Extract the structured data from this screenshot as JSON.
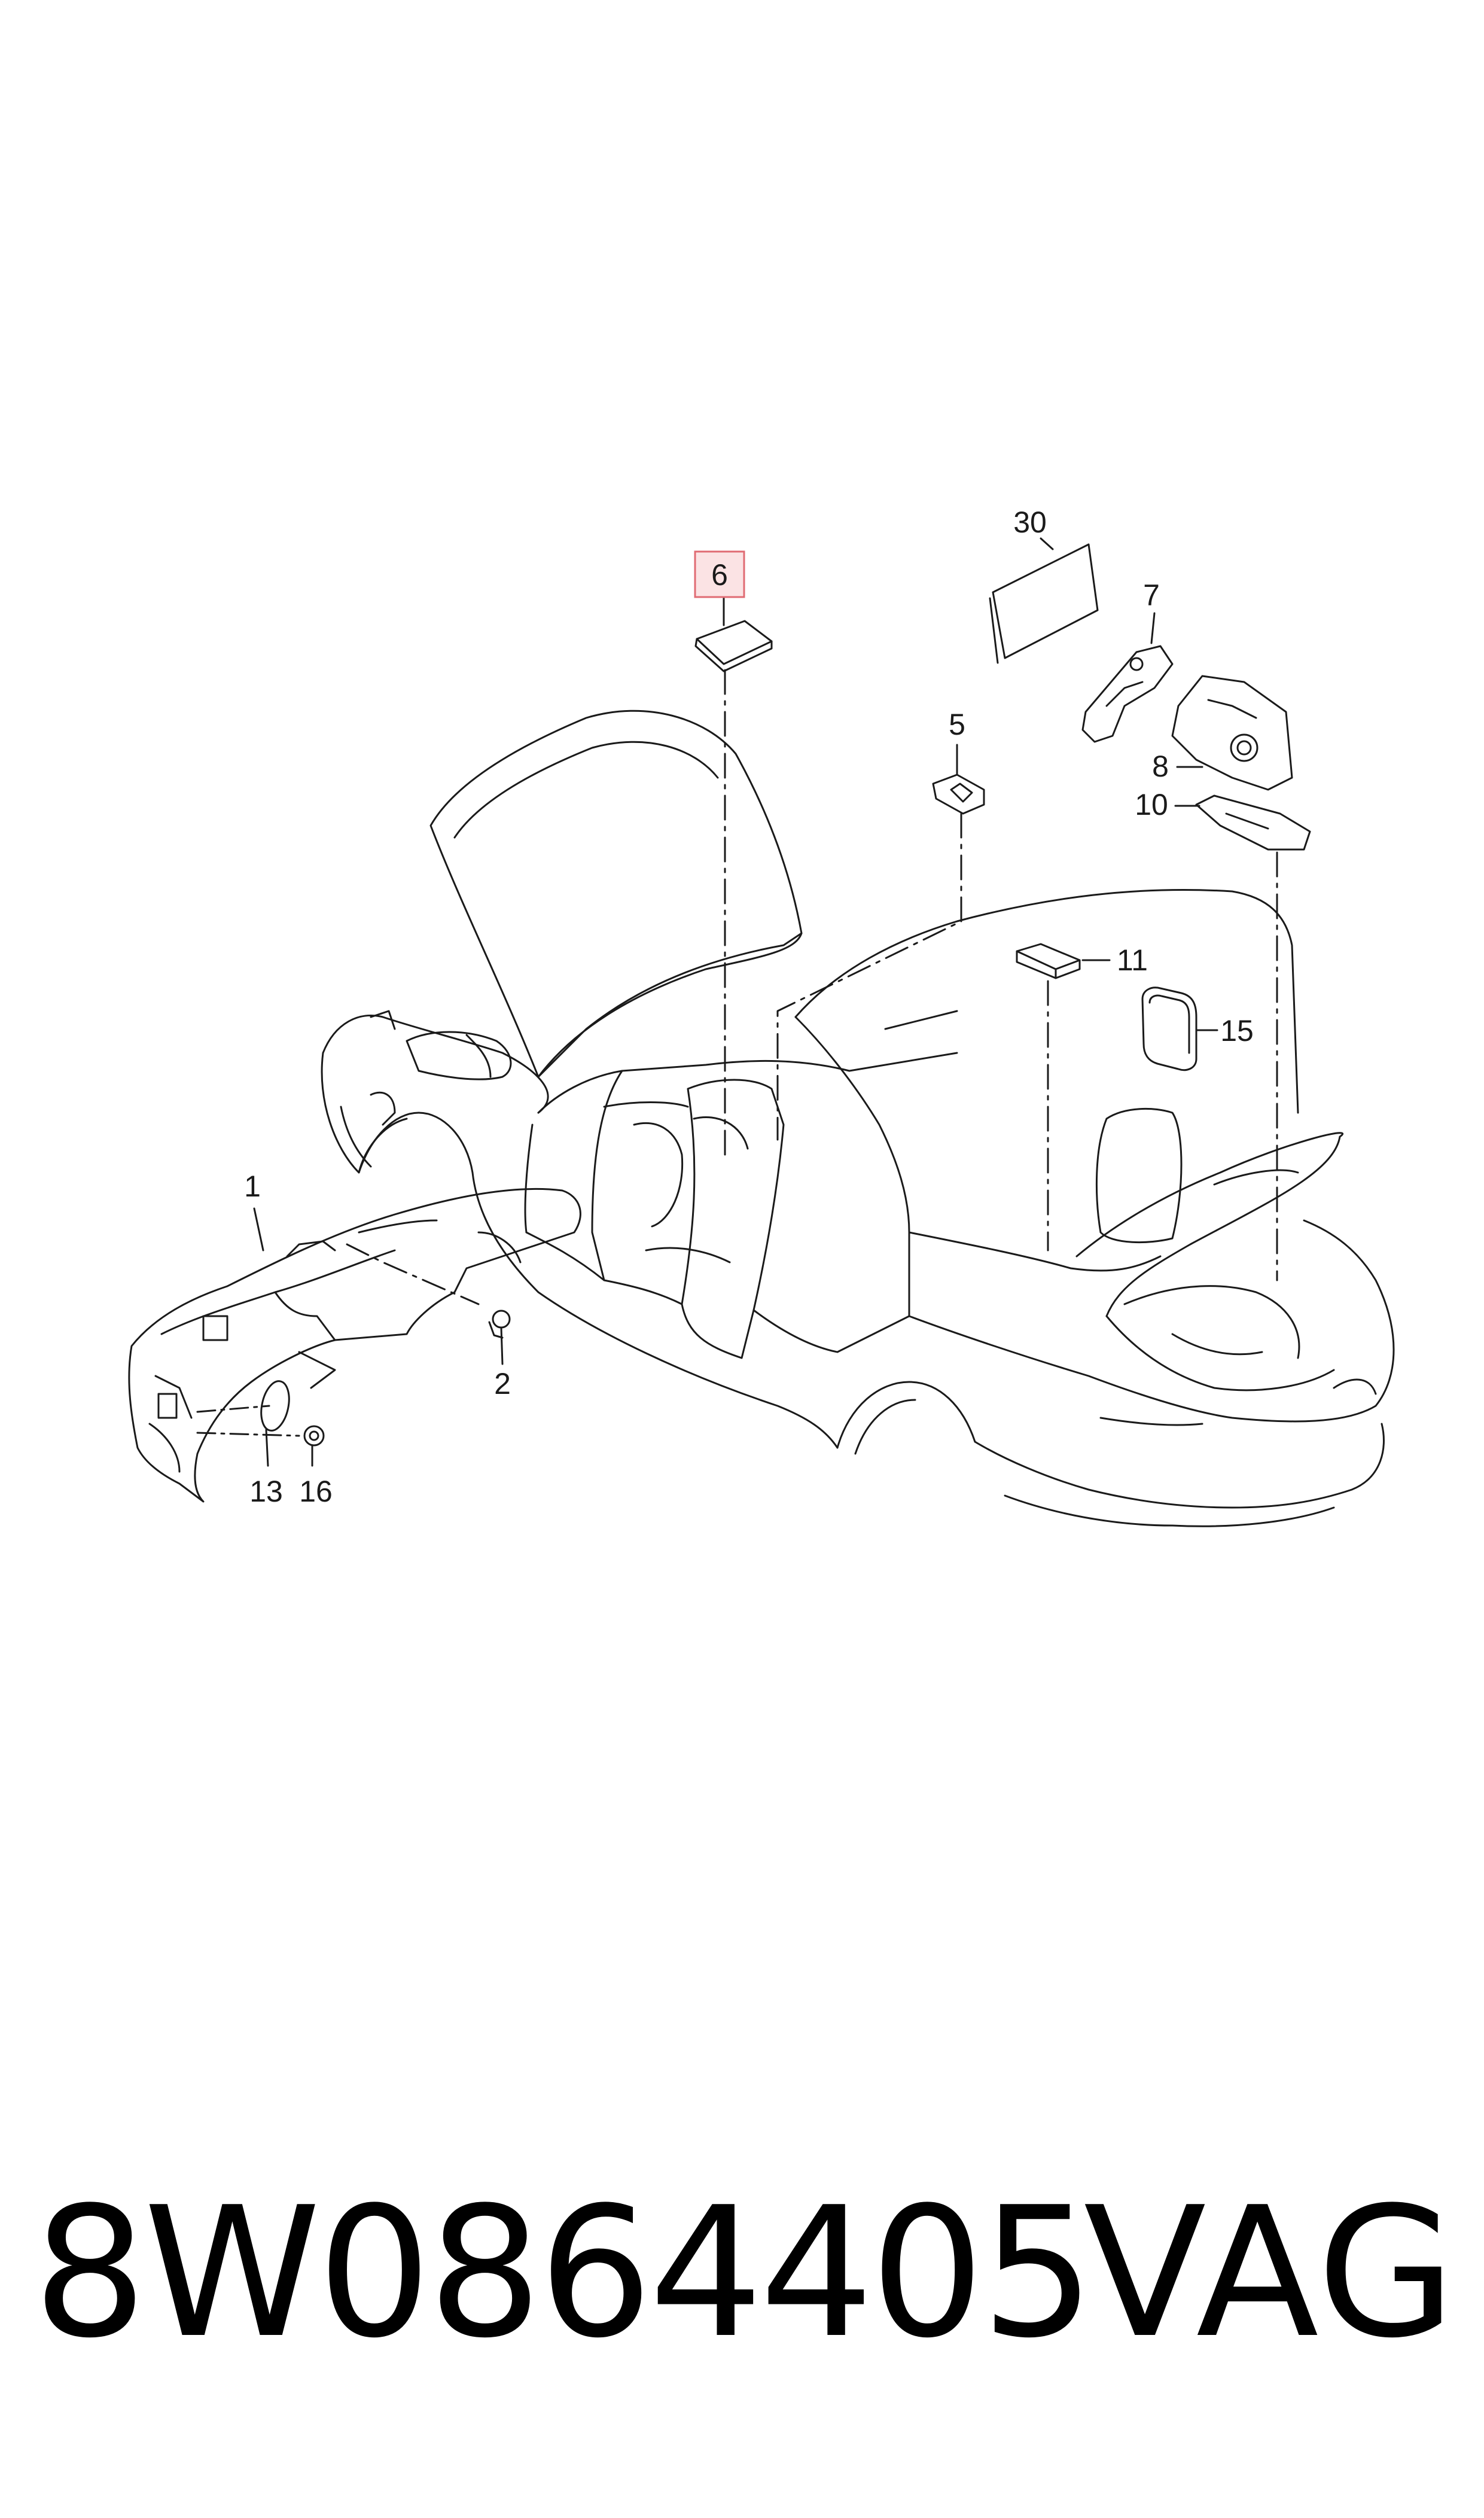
{
  "diagram": {
    "callouts": [
      {
        "id": "30",
        "label": "30"
      },
      {
        "id": "6",
        "label": "6",
        "highlighted": true
      },
      {
        "id": "7",
        "label": "7"
      },
      {
        "id": "5",
        "label": "5"
      },
      {
        "id": "8",
        "label": "8"
      },
      {
        "id": "10",
        "label": "10"
      },
      {
        "id": "11",
        "label": "11"
      },
      {
        "id": "15",
        "label": "15"
      },
      {
        "id": "1",
        "label": "1"
      },
      {
        "id": "2",
        "label": "2"
      },
      {
        "id": "13",
        "label": "13"
      },
      {
        "id": "16",
        "label": "16"
      }
    ],
    "colors": {
      "line": "#1a1a1a",
      "highlight_fill": "#fbe3e4",
      "highlight_stroke": "#e06b73"
    }
  },
  "footer": {
    "part_number": "8W0864405",
    "brand": "VAG"
  }
}
